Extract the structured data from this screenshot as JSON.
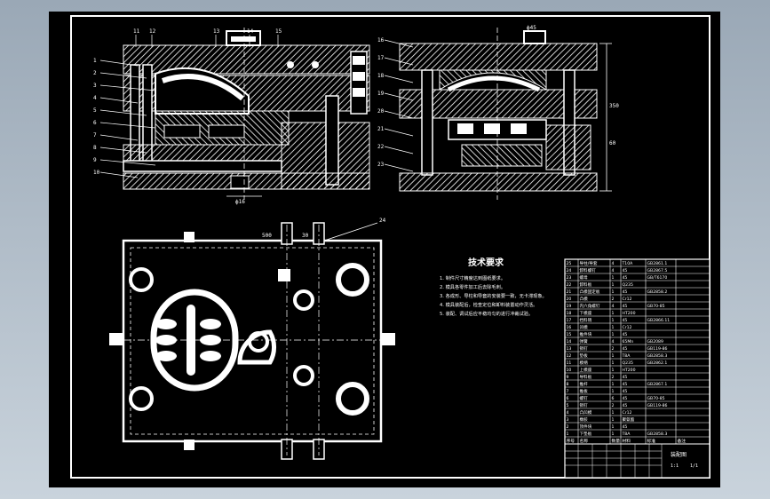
{
  "tech_requirements": {
    "title": "技术要求",
    "items": [
      "1. 制件尺寸精度达到图纸要求。",
      "2. 模具各零件加工后去除毛刺。",
      "3. 各成形、导柱和导套的安装要一致，无卡滞现象。",
      "4. 模具装配后，检查定位和卸料装置动作灵活。",
      "5. 装配、调试后应平稳均匀的进行冲裁试验。"
    ]
  },
  "part_callouts_left": [
    "1",
    "2",
    "3",
    "4",
    "5",
    "6",
    "7",
    "8",
    "9",
    "10"
  ],
  "part_callouts_top": [
    "11",
    "12",
    "13",
    "14",
    "15"
  ],
  "part_callouts_right_view": [
    "16",
    "17",
    "18",
    "19",
    "20",
    "21",
    "22",
    "23"
  ],
  "top_view_callouts": [
    "24"
  ],
  "dimensions": {
    "front_bottom": "ф16",
    "right_top": "ф45",
    "plan_a": "500",
    "plan_b": "30",
    "right_side": [
      "350",
      "60"
    ]
  },
  "bom": {
    "rows": [
      {
        "no": "25",
        "name": "导柱/导套",
        "qty": "4",
        "material": "T10A",
        "std": "GB2861.1"
      },
      {
        "no": "24",
        "name": "卸料螺钉",
        "qty": "4",
        "material": "45",
        "std": "GB2867.5"
      },
      {
        "no": "23",
        "name": "螺母",
        "qty": "1",
        "material": "45",
        "std": "GB/T6170"
      },
      {
        "no": "22",
        "name": "卸料板",
        "qty": "1",
        "material": "Q235",
        "std": ""
      },
      {
        "no": "21",
        "name": "凸模固定板",
        "qty": "1",
        "material": "45",
        "std": "GB2858.2"
      },
      {
        "no": "20",
        "name": "凸模",
        "qty": "2",
        "material": "Cr12",
        "std": ""
      },
      {
        "no": "19",
        "name": "内六角螺钉",
        "qty": "4",
        "material": "45",
        "std": "GB70-85"
      },
      {
        "no": "18",
        "name": "下模座",
        "qty": "1",
        "material": "HT200",
        "std": ""
      },
      {
        "no": "17",
        "name": "挡料销",
        "qty": "1",
        "material": "45",
        "std": "GB2866.11"
      },
      {
        "no": "16",
        "name": "凹模",
        "qty": "1",
        "material": "Cr12",
        "std": ""
      },
      {
        "no": "15",
        "name": "推件块",
        "qty": "1",
        "material": "45",
        "std": ""
      },
      {
        "no": "14",
        "name": "弹簧",
        "qty": "4",
        "material": "65Mn",
        "std": "GB2089"
      },
      {
        "no": "13",
        "name": "销钉",
        "qty": "2",
        "material": "45",
        "std": "GB119-86"
      },
      {
        "no": "12",
        "name": "垫板",
        "qty": "1",
        "material": "T8A",
        "std": "GB2858.3"
      },
      {
        "no": "11",
        "name": "模柄",
        "qty": "1",
        "material": "Q235",
        "std": "GB2862.1"
      },
      {
        "no": "10",
        "name": "上模座",
        "qty": "1",
        "material": "HT200",
        "std": ""
      },
      {
        "no": "9",
        "name": "导料板",
        "qty": "2",
        "material": "45",
        "std": ""
      },
      {
        "no": "8",
        "name": "推杆",
        "qty": "1",
        "material": "45",
        "std": "GB2867.1"
      },
      {
        "no": "7",
        "name": "推板",
        "qty": "1",
        "material": "45",
        "std": ""
      },
      {
        "no": "6",
        "name": "螺钉",
        "qty": "6",
        "material": "45",
        "std": "GB70-85"
      },
      {
        "no": "5",
        "name": "销钉",
        "qty": "2",
        "material": "45",
        "std": "GB119-86"
      },
      {
        "no": "4",
        "name": "凸凹模",
        "qty": "1",
        "material": "Cr12",
        "std": ""
      },
      {
        "no": "3",
        "name": "橡胶",
        "qty": "1",
        "material": "聚氨酯",
        "std": ""
      },
      {
        "no": "2",
        "name": "顶件块",
        "qty": "1",
        "material": "45",
        "std": ""
      },
      {
        "no": "1",
        "name": "下垫板",
        "qty": "1",
        "material": "T8A",
        "std": "GB2858.3"
      }
    ],
    "header": [
      "序号",
      "名称",
      "数量",
      "材料",
      "标准",
      "备注"
    ],
    "title_block": {
      "drawing_title": "装配图",
      "scale": "1:1",
      "sheet": "1/1"
    }
  }
}
